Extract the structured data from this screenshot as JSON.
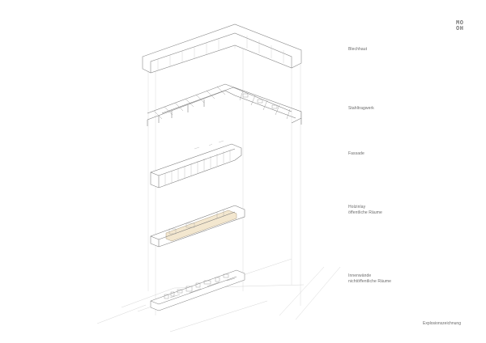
{
  "logo": {
    "line1": "MO",
    "line2": "OH"
  },
  "layers": [
    {
      "id": "blechhaut",
      "lines": [
        "Blechhaut"
      ]
    },
    {
      "id": "stahltragwerk",
      "lines": [
        "Stahltragwerk"
      ]
    },
    {
      "id": "fassade",
      "lines": [
        "Fassade"
      ]
    },
    {
      "id": "holzinlay",
      "lines": [
        "Holzinlay",
        "öffentliche Räume"
      ]
    },
    {
      "id": "innenwaende",
      "lines": [
        "Innenwände",
        "nichtöffentliche Räume"
      ]
    }
  ],
  "caption": "Explosionszeichnung",
  "colors": {
    "line": "#b8b8b8",
    "line_dark": "#8a8a8a",
    "wood": "#f3e7cf",
    "text": "#6a6a6a"
  }
}
